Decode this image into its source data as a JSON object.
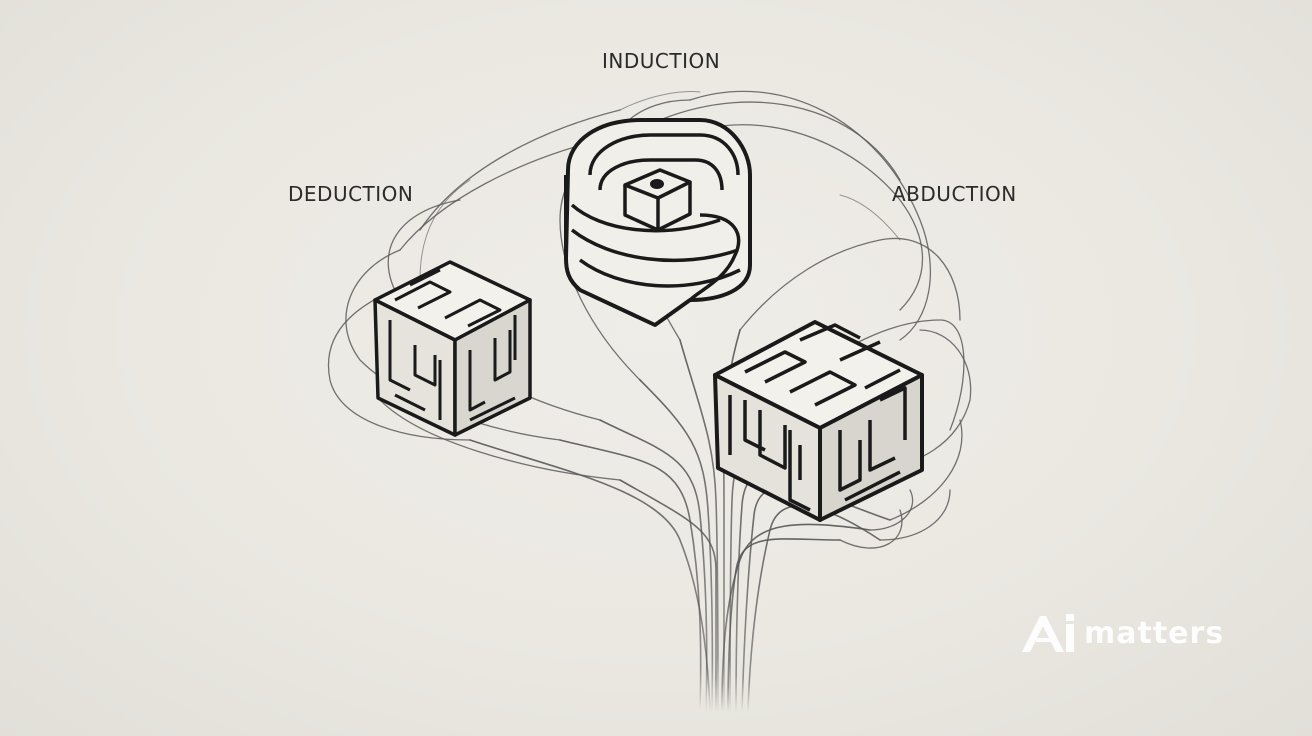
{
  "labels": {
    "induction": "INDUCTION",
    "deduction": "DEDUCTION",
    "abduction": "ABDUCTION"
  },
  "watermark": {
    "logo_text": "Ai matters",
    "suffix": "matters"
  },
  "colors": {
    "background": "#ebe8e2",
    "ink": "#2b2b2b",
    "watermark": "#ffffff"
  },
  "icons": {
    "left_cube": "maze-cube-icon",
    "top_cube": "spiral-cube-icon",
    "right_cube": "maze-cube-icon"
  }
}
